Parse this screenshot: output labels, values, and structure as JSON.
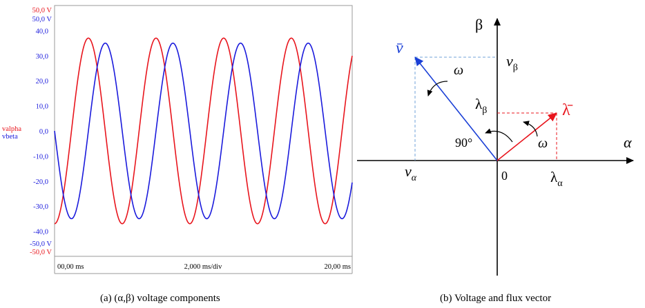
{
  "chart_data": {
    "type": "line",
    "x_unit": "ms",
    "xlim": [
      0,
      20
    ],
    "ylim": [
      -50,
      50
    ],
    "y_range_labels": {
      "red_top": "50,0  V",
      "blue_top": "50,0  V",
      "blue_bottom": "-50,0  V",
      "red_bottom": "-50,0  V"
    },
    "y_ticks": [
      "40,0",
      "30,0",
      "20,0",
      "10,0",
      "0,0",
      "-10,0",
      "-20,0",
      "-30,0",
      "-40,0"
    ],
    "y_tick_values": [
      40,
      30,
      20,
      10,
      0,
      -10,
      -20,
      -30,
      -40
    ],
    "x_labels": {
      "start": "00,00 ms",
      "scale": "2,000 ms/div",
      "end": "20,00 ms"
    },
    "series": [
      {
        "name": "valpha",
        "color": "#e8141c",
        "amplitude": 37,
        "frequency_hz": 220,
        "phase_deg": -90
      },
      {
        "name": "vbeta",
        "color": "#1a1adc",
        "amplitude": 35,
        "frequency_hz": 220,
        "phase_deg": -180
      }
    ],
    "grid": false,
    "legend": "left"
  },
  "diagram": {
    "alpha_axis": "α",
    "beta_axis": "β",
    "origin": "0",
    "v_bar": "v̄",
    "lambda_bar": "λ̄",
    "v_alpha_sym": "v",
    "v_alpha_sub": "α",
    "v_beta_sym": "v",
    "v_beta_sub": "β",
    "lambda_alpha_sym": "λ",
    "lambda_alpha_sub": "α",
    "lambda_beta_sym": "λ",
    "lambda_beta_sub": "β",
    "omega_v": "ω",
    "omega_lambda": "ω",
    "angle": "90°",
    "colors": {
      "v": "#1a3fd6",
      "lambda": "#e8141c",
      "dash_v": "#6fa0d8",
      "dash_lambda": "#e8141c"
    }
  },
  "captions": {
    "a": "(a) (α,β) voltage components",
    "b": "(b) Voltage and flux vector"
  }
}
